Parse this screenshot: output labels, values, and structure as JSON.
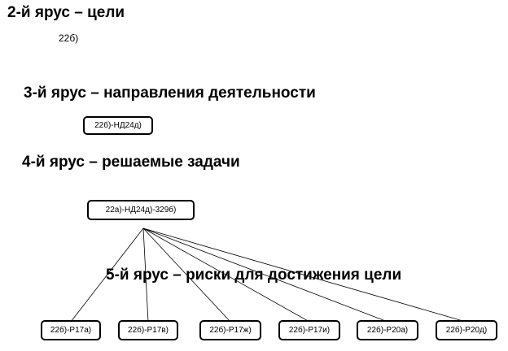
{
  "tiers": {
    "tier2": {
      "heading": "2-й ярус – цели",
      "label": "22б)"
    },
    "tier3": {
      "heading": "3-й ярус – направления деятельности",
      "node": "22б)-НД24д)"
    },
    "tier4": {
      "heading": "4-й ярус – решаемые задачи",
      "node": "22а)-НД24д)-329б)"
    },
    "tier5": {
      "heading": "5-й ярус – риски для достижения цели",
      "nodes": [
        "22б)-Р17а)",
        "22б)-Р17в)",
        "22б)-Р17ж)",
        "22б)-Р17и)",
        "22б)-Р20а)",
        "22б)-Р20д)"
      ]
    }
  }
}
